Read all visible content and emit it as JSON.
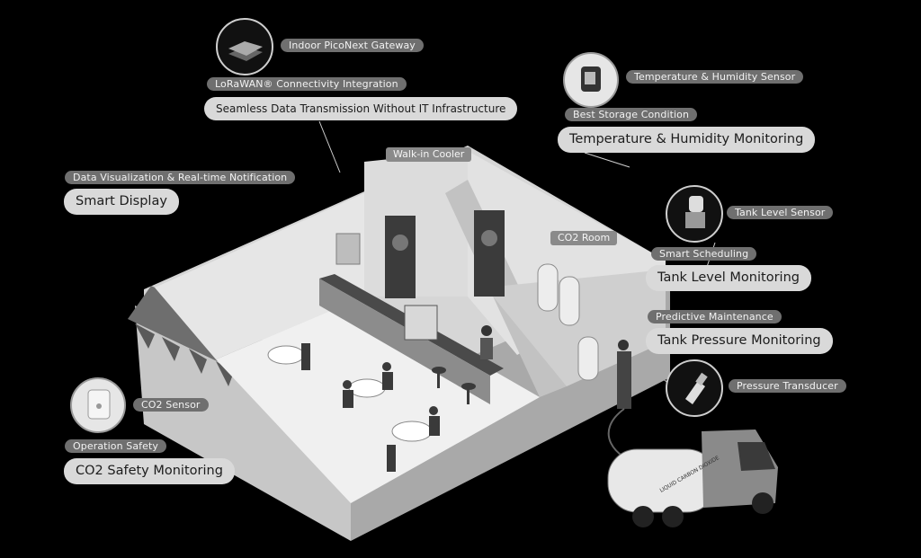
{
  "labels": {
    "gateway": "Indoor PicoNext Gateway",
    "lorawan": "LoRaWAN® Connectivity Integration",
    "seamless": "Seamless Data Transmission Without IT Infrastructure",
    "temp_sensor": "Temperature & Humidity Sensor",
    "best_storage": "Best Storage Condition",
    "temp_monitoring": "Temperature & Humidity Monitoring",
    "data_vis": "Data Visualization & Real-time Notification",
    "smart_display": "Smart Display",
    "walk_in": "Walk-in Cooler",
    "co2_room": "CO2 Room",
    "tank_sensor": "Tank Level Sensor",
    "smart_sched": "Smart Scheduling",
    "tank_monitoring": "Tank Level Monitoring",
    "predictive": "Predictive Maintenance",
    "pressure_monitoring": "Tank Pressure Monitoring",
    "pressure_transducer": "Pressure Transducer",
    "co2_sensor": "CO2 Sensor",
    "op_safety": "Operation Safety",
    "co2_monitoring": "CO2 Safety Monitoring",
    "truck_text": "LIQUID CARBON DIOXIDE"
  },
  "icons": [
    "gateway-icon",
    "temperature-humidity-sensor-icon",
    "tank-level-sensor-icon",
    "pressure-transducer-icon",
    "co2-sensor-icon"
  ]
}
